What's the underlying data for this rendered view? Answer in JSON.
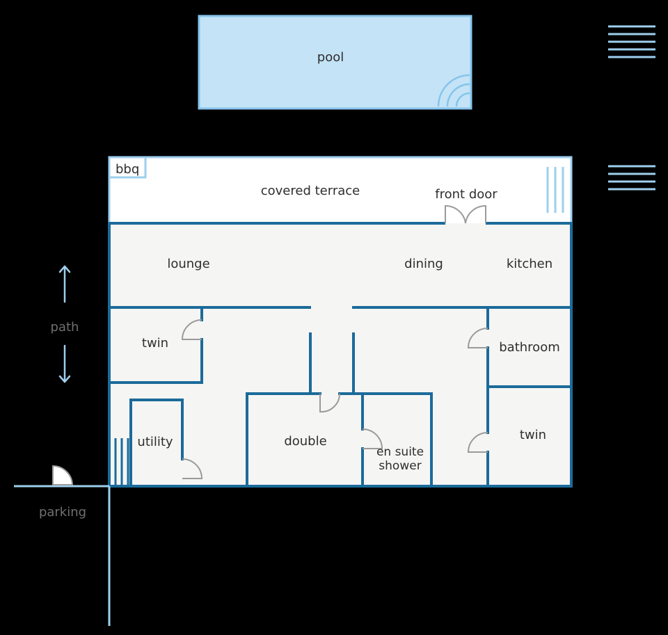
{
  "colors": {
    "background": "#000000",
    "wall": "#1b6b9a",
    "floor": "#f5f5f3",
    "terrace": "#ffffff",
    "pool_fill": "#c4e3f6",
    "pool_edge": "#86c4ec",
    "light_line": "#9ecfee",
    "door": "#9a9a9a",
    "text": "#2e2e2e",
    "text_muted": "#707070"
  },
  "labels": {
    "pool": "pool",
    "bbq": "bbq",
    "covered_terrace": "covered terrace",
    "front_door": "front door",
    "lounge": "lounge",
    "dining": "dining",
    "kitchen": "kitchen",
    "twin_left": "twin",
    "bathroom": "bathroom",
    "utility": "utility",
    "double": "double",
    "en_suite_line1": "en suite",
    "en_suite_line2": "shower",
    "twin_right": "twin",
    "path": "path",
    "parking": "parking"
  },
  "icons": {
    "stairs": "stairs-icon",
    "arrow_up": "arrow-up-icon",
    "arrow_down": "arrow-down-icon",
    "door": "door-swing-icon"
  }
}
